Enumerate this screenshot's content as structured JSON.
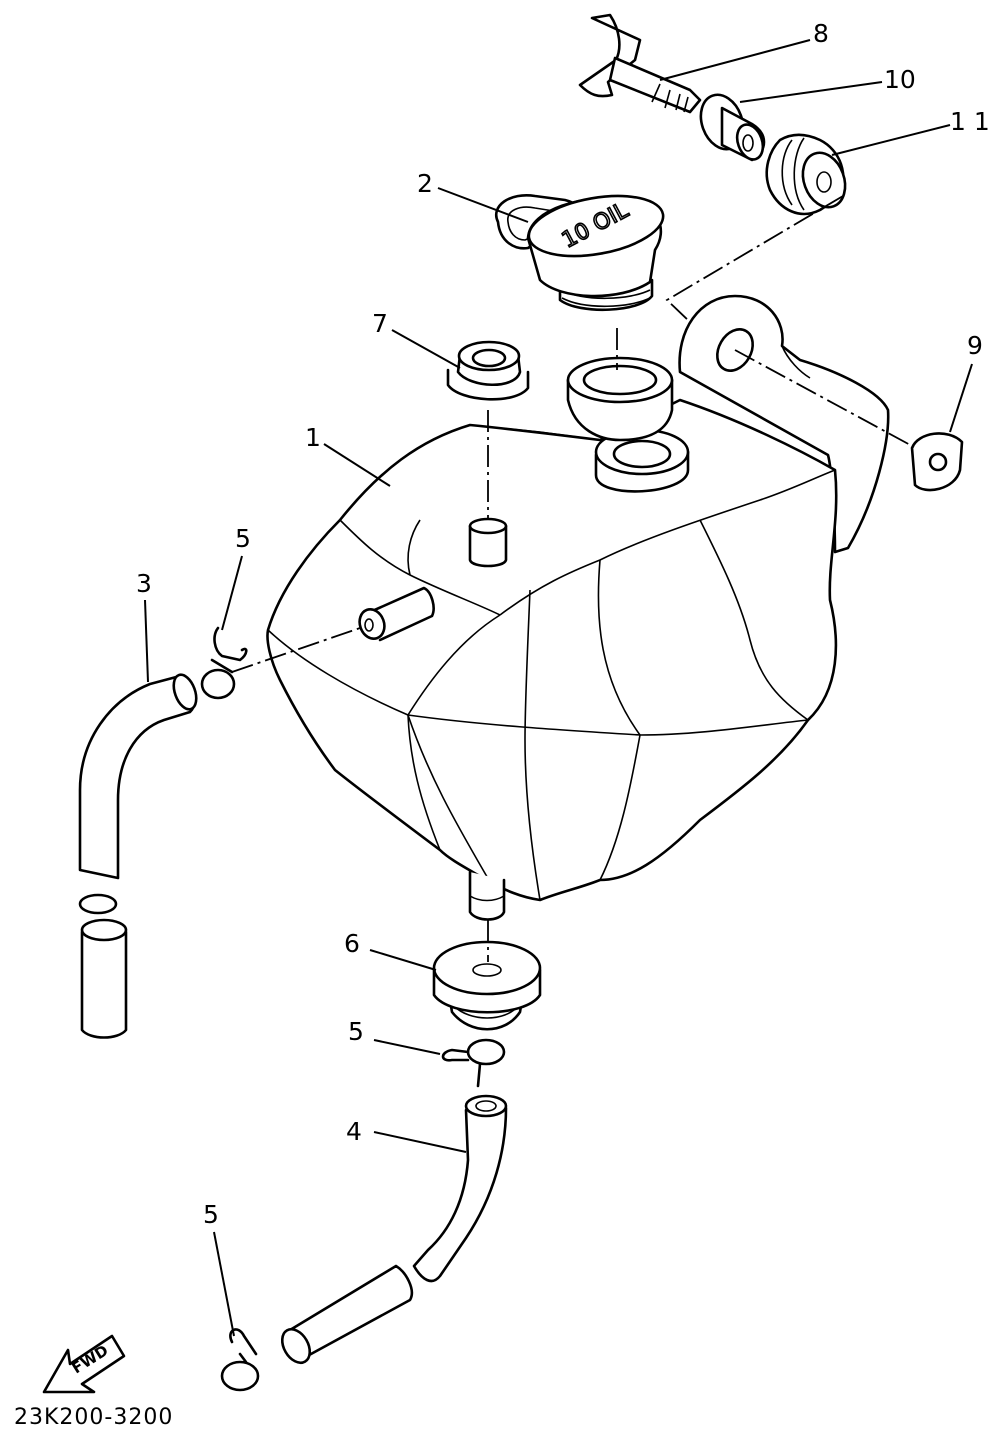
{
  "diagram": {
    "code": "23K200-3200",
    "fwd_label": "FWD",
    "cap_text": "10 OIL",
    "callouts": [
      {
        "id": "c1",
        "text": "1"
      },
      {
        "id": "c2",
        "text": "2"
      },
      {
        "id": "c3",
        "text": "3"
      },
      {
        "id": "c4",
        "text": "4"
      },
      {
        "id": "c5a",
        "text": "5"
      },
      {
        "id": "c5b",
        "text": "5"
      },
      {
        "id": "c5c",
        "text": "5"
      },
      {
        "id": "c6",
        "text": "6"
      },
      {
        "id": "c7",
        "text": "7"
      },
      {
        "id": "c8",
        "text": "8"
      },
      {
        "id": "c9",
        "text": "9"
      },
      {
        "id": "c10",
        "text": "10"
      },
      {
        "id": "c11",
        "text": "1 1"
      }
    ]
  }
}
